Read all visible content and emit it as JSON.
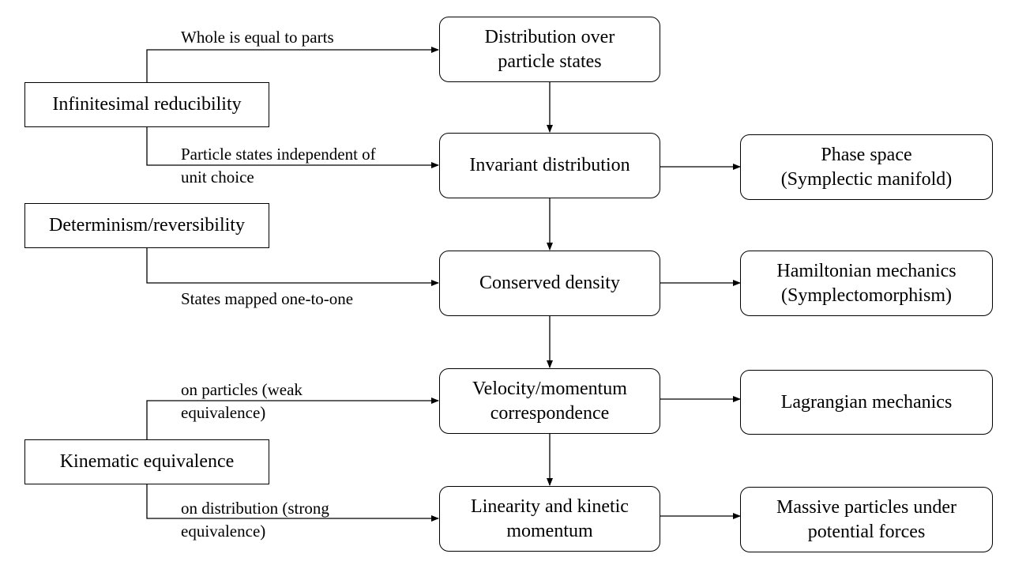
{
  "sources": {
    "infinitesimal_reducibility": "Infinitesimal reducibility",
    "determinism_reversibility": "Determinism/reversibility",
    "kinematic_equivalence": "Kinematic equivalence"
  },
  "chain": {
    "distribution": [
      "Distribution over",
      "particle states"
    ],
    "invariant": "Invariant distribution",
    "conserved": "Conserved density",
    "velocity": [
      "Velocity/momentum",
      "correspondence"
    ],
    "linearity": [
      "Linearity and kinetic",
      "momentum"
    ]
  },
  "results": {
    "phase_space": [
      "Phase space",
      "(Symplectic manifold)"
    ],
    "hamiltonian": [
      "Hamiltonian mechanics",
      "(Symplectomorphism)"
    ],
    "lagrangian": "Lagrangian mechanics",
    "massive": [
      "Massive particles under",
      "potential forces"
    ]
  },
  "edge_labels": {
    "whole_parts": "Whole is equal to parts",
    "unit_choice": [
      "Particle states independent of",
      "unit choice"
    ],
    "one_to_one": "States mapped one-to-one",
    "weak": [
      "on particles (weak",
      "equivalence)"
    ],
    "strong": [
      "on distribution (strong",
      "equivalence)"
    ]
  }
}
